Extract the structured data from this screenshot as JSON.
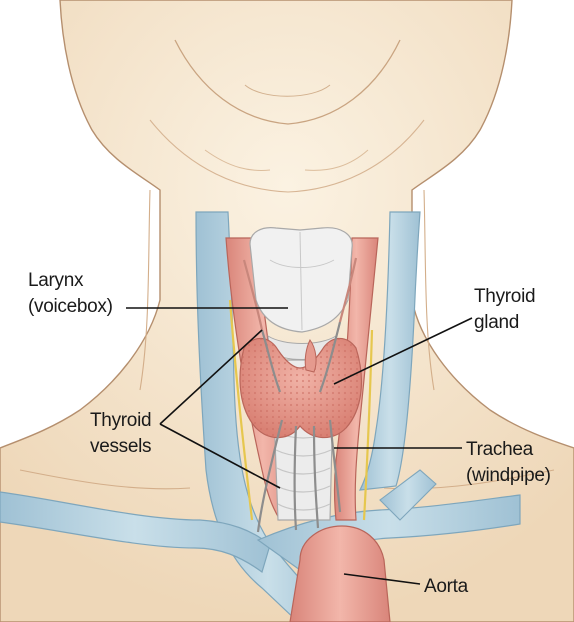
{
  "labels": {
    "larynx": {
      "line1": "Larynx",
      "line2": "(voicebox)"
    },
    "thyroid_gland": {
      "line1": "Thyroid",
      "line2": "gland"
    },
    "thyroid_vessels": {
      "line1": "Thyroid",
      "line2": "vessels"
    },
    "trachea": {
      "line1": "Trachea",
      "line2": "(windpipe)"
    },
    "aorta": {
      "line1": "Aorta"
    }
  },
  "colors": {
    "skin": "#f6e8d2",
    "skin_shadow": "#e9cfae",
    "skin_outline": "#b58f6e",
    "vein": "#b9d3e0",
    "artery": "#e8a397",
    "thyroid": "#e59a8e",
    "cartilage": "#eeeeee",
    "nerve": "#e6c74e"
  }
}
